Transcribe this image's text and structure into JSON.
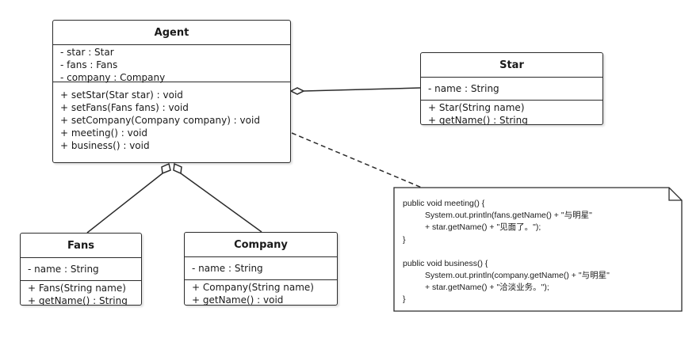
{
  "agent": {
    "title": "Agent",
    "attributes": [
      "- star : Star",
      "- fans : Fans",
      "- company : Company"
    ],
    "methods": [
      "+ setStar(Star star) : void",
      "+ setFans(Fans fans) : void",
      "+ setCompany(Company company) : void",
      "+ meeting() : void",
      "+ business() : void"
    ]
  },
  "star": {
    "title": "Star",
    "attributes": [
      "- name : String"
    ],
    "methods": [
      "+ Star(String name)",
      "+ getName() : String"
    ]
  },
  "fans": {
    "title": "Fans",
    "attributes": [
      "- name : String"
    ],
    "methods": [
      "+ Fans(String name)",
      "+ getName() : String"
    ]
  },
  "company": {
    "title": "Company",
    "attributes": [
      "- name : String"
    ],
    "methods": [
      "+ Company(String name)",
      "+ getName() : void"
    ]
  },
  "note": {
    "lines": [
      "public void meeting() {",
      "System.out.println(fans.getName() + \"与明星\"",
      "+ star.getName() + \"见面了。\");",
      "}",
      "",
      "public void business() {",
      "System.out.println(company.getName() + \"与明星\"",
      "+ star.getName() + \"洽淡业务。\");",
      "}"
    ]
  },
  "colors": {
    "stroke": "#2b2b2b",
    "background": "#ffffff"
  }
}
